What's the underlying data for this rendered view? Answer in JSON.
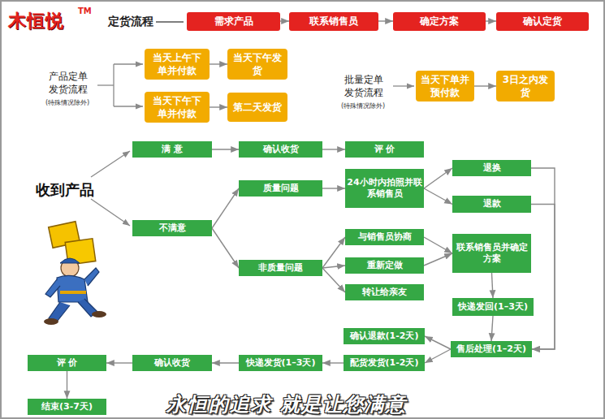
{
  "diagram": {
    "nodes": [
      {
        "text": [
          "需求产品"
        ]
      },
      {
        "text": [
          "联系销售员"
        ]
      },
      {
        "text": [
          "确定方案"
        ]
      },
      {
        "text": [
          "确认定货"
        ]
      },
      {
        "text": [
          "当天上午下单并付款"
        ]
      },
      {
        "text": [
          "当天下午发货"
        ]
      },
      {
        "text": [
          "当天下午下单并付款"
        ]
      },
      {
        "text": [
          "第二天发货"
        ]
      },
      {
        "text": [
          "当天下单并预付款"
        ]
      },
      {
        "text": [
          "3日之内发货"
        ]
      },
      {
        "text": [
          "满 意"
        ]
      },
      {
        "text": [
          "确认收货"
        ]
      },
      {
        "text": [
          "评 价"
        ]
      },
      {
        "text": [
          "质量问题"
        ]
      },
      {
        "text": [
          "24小时内拍照并联系销售员"
        ]
      },
      {
        "text": [
          "退换"
        ]
      },
      {
        "text": [
          "退款"
        ]
      },
      {
        "text": [
          "不满意"
        ]
      },
      {
        "text": [
          "非质量问题"
        ]
      },
      {
        "text": [
          "与销售员协商"
        ]
      },
      {
        "text": [
          "重新定做"
        ]
      },
      {
        "text": [
          "转让给亲友"
        ]
      },
      {
        "text": [
          "联系销售员并确定方案"
        ]
      },
      {
        "text": [
          "快递发回(1–3天)"
        ]
      },
      {
        "text": [
          "确认退款(1-2天)"
        ]
      },
      {
        "text": [
          "售后处理(1–2天)"
        ]
      },
      {
        "text": [
          "配货发货(1-2天)"
        ]
      },
      {
        "text": [
          "快递发货(1–3天)"
        ]
      },
      {
        "text": [
          "确认收货"
        ]
      },
      {
        "text": [
          "评 价"
        ]
      },
      {
        "text": [
          "结束(3-7天)"
        ]
      }
    ],
    "edges": [
      {
        "from": 0,
        "to": 1,
        "arrow": "to"
      },
      {
        "from": 1,
        "to": 2,
        "arrow": "to"
      },
      {
        "from": 2,
        "to": 3,
        "arrow": "to"
      },
      {
        "from": 4,
        "to": 5,
        "arrow": "to"
      },
      {
        "from": 6,
        "to": 7,
        "arrow": "to"
      },
      {
        "from": 8,
        "to": 9,
        "arrow": "to"
      },
      {
        "from": 10,
        "to": 11,
        "arrow": "to"
      },
      {
        "from": 11,
        "to": 12,
        "arrow": "to"
      },
      {
        "from": 17,
        "to": 13,
        "arrow": "to"
      },
      {
        "from": 17,
        "to": 18,
        "arrow": "to"
      },
      {
        "from": 13,
        "to": 14,
        "arrow": "to"
      },
      {
        "from": 14,
        "to": 15,
        "arrow": "to"
      },
      {
        "from": 14,
        "to": 16,
        "arrow": "to"
      },
      {
        "from": 18,
        "to": 19,
        "arrow": "to"
      },
      {
        "from": 18,
        "to": 20,
        "arrow": "to"
      },
      {
        "from": 18,
        "to": 21,
        "arrow": "to"
      },
      {
        "from": 19,
        "to": 22,
        "arrow": "to"
      },
      {
        "from": 20,
        "to": 22,
        "arrow": "to"
      },
      {
        "from": 22,
        "to": 23,
        "arrow": "to"
      },
      {
        "from": 23,
        "to": 25,
        "arrow": "to"
      },
      {
        "from": 15,
        "to": 25,
        "arrow": "to"
      },
      {
        "from": 16,
        "to": 25,
        "arrow": "to"
      },
      {
        "from": 25,
        "to": 24,
        "arrow": "to"
      },
      {
        "from": 25,
        "to": 26,
        "arrow": "to"
      },
      {
        "from": 26,
        "to": 27,
        "arrow": "to"
      },
      {
        "from": 27,
        "to": 28,
        "arrow": "to"
      },
      {
        "from": 28,
        "to": 29,
        "arrow": "to"
      },
      {
        "from": 29,
        "to": 30,
        "arrow": "to"
      }
    ],
    "labels": [
      "木恒悦",
      "TM",
      "定货流程",
      "产品定单 发货流程",
      "(特殊情况除外)",
      "批量定单 发货流程",
      "(特殊情况除外)",
      "收到产品",
      "永恒的追求 就是让您满意"
    ]
  }
}
